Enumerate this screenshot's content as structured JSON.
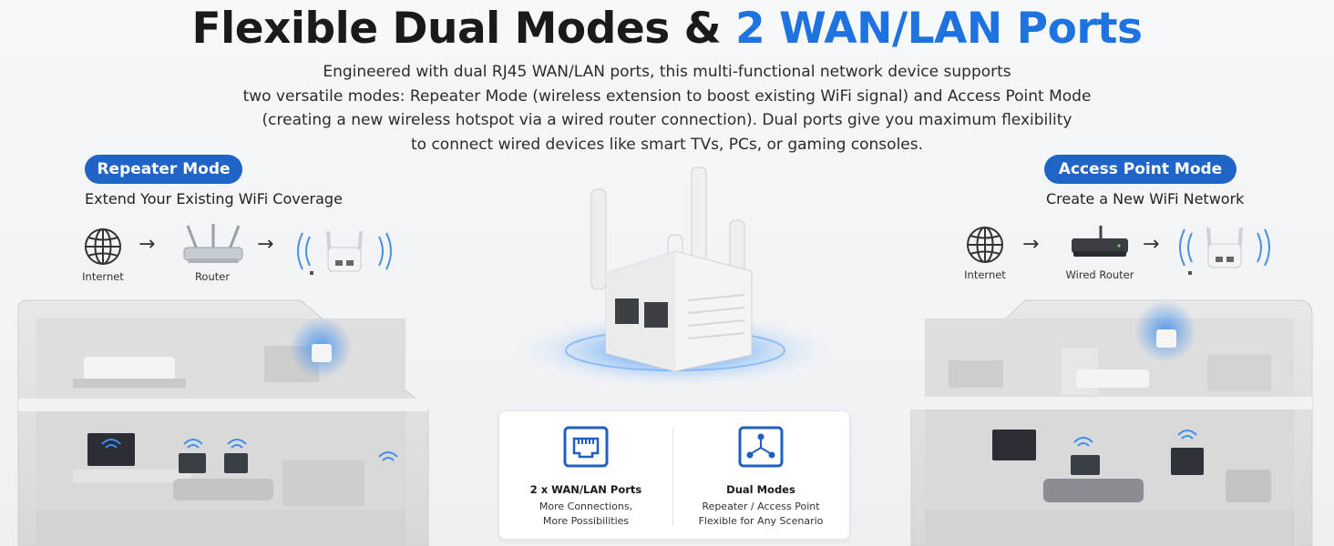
{
  "headline": {
    "main": "Flexible Dual Modes & ",
    "accent": "2 WAN/LAN Ports"
  },
  "intro": [
    "Engineered with dual RJ45 WAN/LAN ports, this multi-functional network device supports",
    "two versatile modes: Repeater Mode (wireless extension to boost existing WiFi signal) and Access Point Mode",
    "(creating a new wireless hotspot via a wired router connection). Dual ports give you maximum flexibility",
    "to connect wired devices like smart TVs, PCs, or gaming consoles."
  ],
  "repeater": {
    "pill": "Repeater Mode",
    "subtitle": "Extend Your Existing WiFi Coverage",
    "flow": {
      "internet": "Internet",
      "router": "Router",
      "arrow": "→"
    }
  },
  "access_point": {
    "pill": "Access Point Mode",
    "subtitle": "Create a New WiFi Network",
    "flow": {
      "internet": "Internet",
      "router": "Wired Router",
      "arrow": "→"
    }
  },
  "features": [
    {
      "title": "2 x WAN/LAN Ports",
      "line1": "More Connections,",
      "line2": "More Possibilities",
      "icon": "ethernet-port-icon"
    },
    {
      "title": "Dual Modes",
      "line1": "Repeater / Access Point",
      "line2": "Flexible for Any Scenario",
      "icon": "network-nodes-icon"
    }
  ],
  "colors": {
    "accent": "#1f73e0",
    "pill": "#2064c7",
    "wifi_glow": "#3d8ef0"
  }
}
